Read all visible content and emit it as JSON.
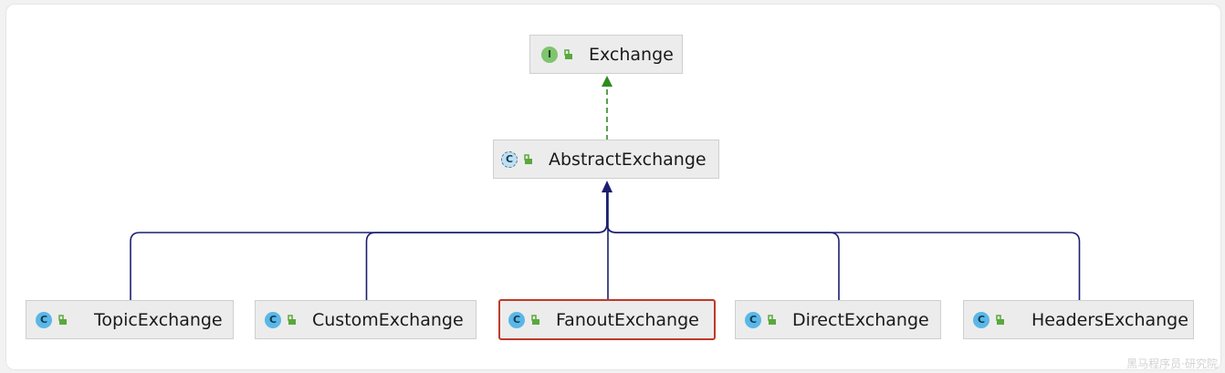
{
  "nodes": [
    {
      "id": "exchange",
      "label": "Exchange",
      "kind": "interface",
      "badge": "I"
    },
    {
      "id": "abstract",
      "label": "AbstractExchange",
      "kind": "abstract",
      "badge": "C"
    },
    {
      "id": "topic",
      "label": "TopicExchange",
      "kind": "class",
      "badge": "C"
    },
    {
      "id": "custom",
      "label": "CustomExchange",
      "kind": "class",
      "badge": "C"
    },
    {
      "id": "fanout",
      "label": "FanoutExchange",
      "kind": "class",
      "badge": "C",
      "selected": true
    },
    {
      "id": "direct",
      "label": "DirectExchange",
      "kind": "class",
      "badge": "C"
    },
    {
      "id": "headers",
      "label": "HeadersExchange",
      "kind": "class",
      "badge": "C"
    }
  ],
  "edges": [
    {
      "from": "abstract",
      "to": "exchange",
      "type": "implements"
    },
    {
      "from": "topic",
      "to": "abstract",
      "type": "extends"
    },
    {
      "from": "custom",
      "to": "abstract",
      "type": "extends"
    },
    {
      "from": "fanout",
      "to": "abstract",
      "type": "extends"
    },
    {
      "from": "direct",
      "to": "abstract",
      "type": "extends"
    },
    {
      "from": "headers",
      "to": "abstract",
      "type": "extends"
    }
  ],
  "colors": {
    "implements_edge": "#2e8b1f",
    "extends_edge": "#1b1f6e",
    "selected_border": "#c0392b"
  },
  "watermark": "黑马程序员·研究院"
}
